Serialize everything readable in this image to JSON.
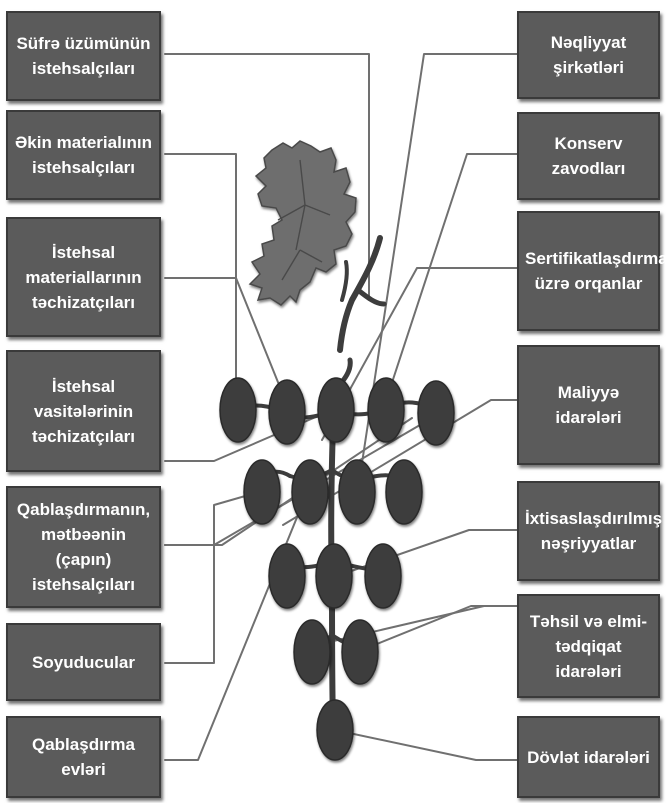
{
  "left_boxes": [
    {
      "id": "sufre",
      "lines": [
        "Süfrə üzümünün",
        "istehsalçıları"
      ]
    },
    {
      "id": "ekin",
      "lines": [
        "Əkin materialının",
        "istehsalçıları"
      ]
    },
    {
      "id": "istehsal-mat",
      "lines": [
        "İstehsal",
        "materiallarının",
        "təchizatçıları"
      ]
    },
    {
      "id": "istehsal-vas",
      "lines": [
        "İstehsal",
        "vasitələrinin",
        "təchizatçıları"
      ]
    },
    {
      "id": "qablasdirma",
      "lines": [
        "Qablaşdırmanın,",
        "mətbəənin (çapın)",
        "istehsalçıları"
      ]
    },
    {
      "id": "soyuducular",
      "lines": [
        "Soyuducular"
      ]
    },
    {
      "id": "qablasdirma-evleri",
      "lines": [
        "Qablaşdırma evləri"
      ]
    }
  ],
  "right_boxes": [
    {
      "id": "neqliyyat",
      "lines": [
        "Nəqliyyat şirkətləri"
      ]
    },
    {
      "id": "konserv",
      "lines": [
        "Konserv zavodları"
      ]
    },
    {
      "id": "sertifikat",
      "lines": [
        "Sertifikatlaşdırma",
        "üzrə orqanlar"
      ]
    },
    {
      "id": "maliyye",
      "lines": [
        "Maliyyə idarələri"
      ]
    },
    {
      "id": "ixtisas",
      "lines": [
        "İxtisaslaşdırılmış",
        "nəşriyyatlar"
      ]
    },
    {
      "id": "tehsil",
      "lines": [
        "Təhsil və elmi-",
        "tədqiqat idarələri"
      ]
    },
    {
      "id": "dovlet",
      "lines": [
        "Dövlət idarələri"
      ]
    }
  ],
  "colors": {
    "box_fill": "#5b5b5b",
    "box_border": "#3a3a3a",
    "box_text": "#ffffff",
    "grape": "#3d3d3d",
    "stem": "#3d3d3d",
    "leaf": "#6e6e6e",
    "connector": "#707070"
  },
  "icons": [
    "grape-leaf-icon",
    "grape-bunch-icon"
  ]
}
